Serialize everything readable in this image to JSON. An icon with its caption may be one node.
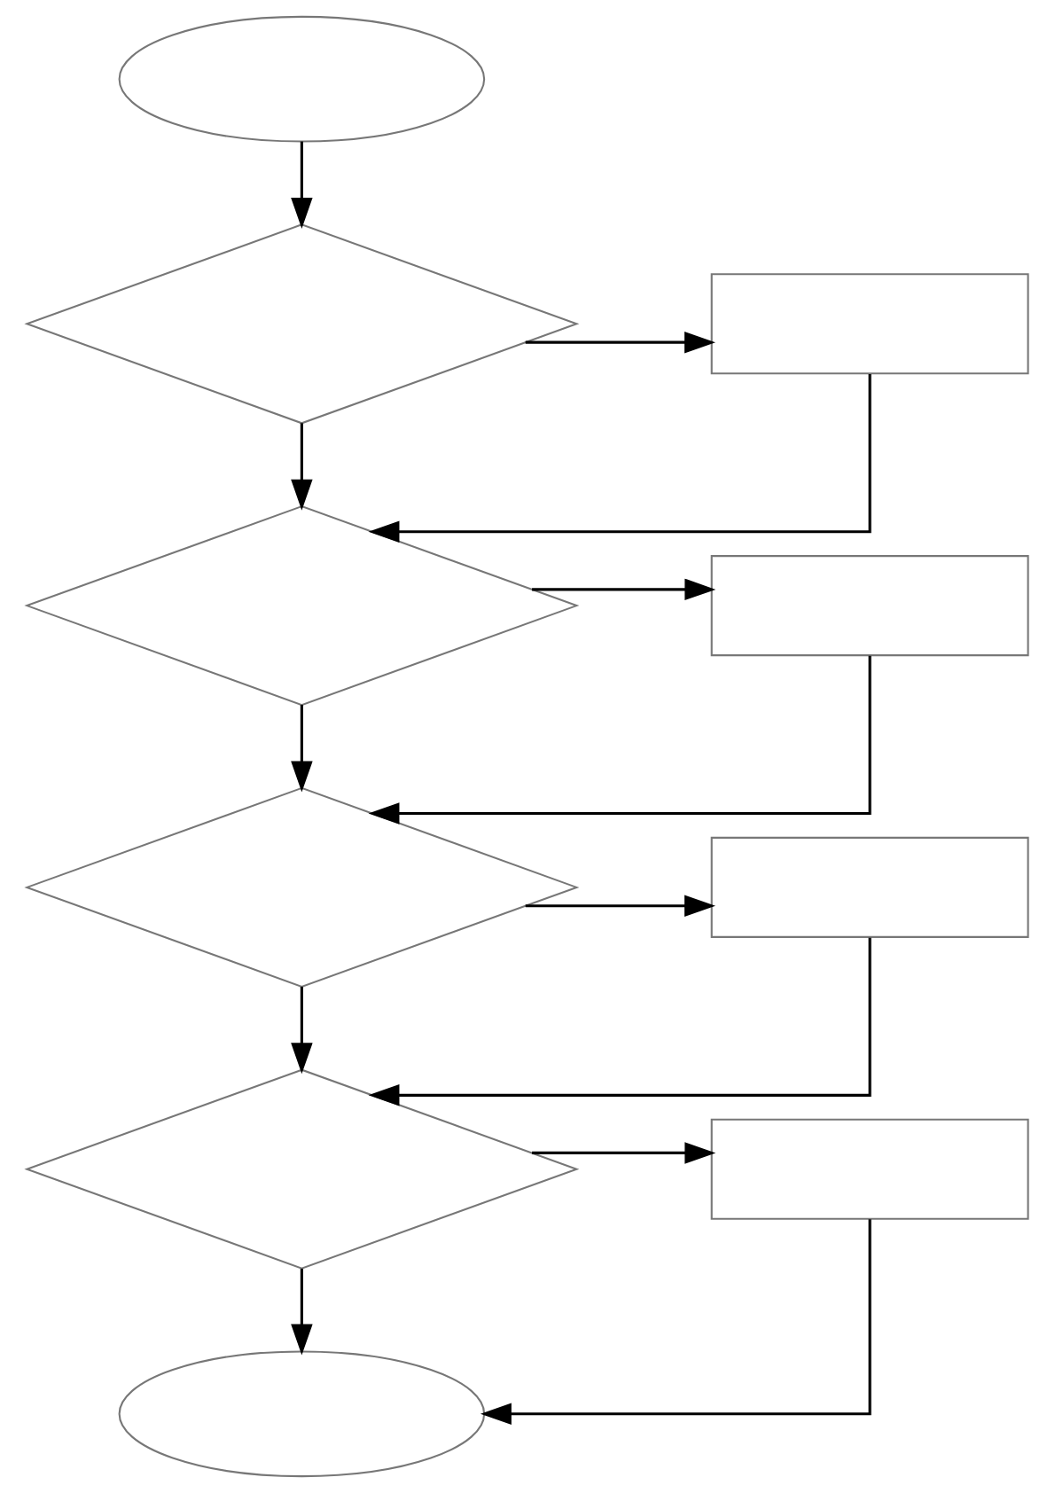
{
  "diagram": {
    "nodes": [
      {
        "text": [],
        "shape": "oval"
      },
      {
        "text": [],
        "shape": "diamond"
      },
      {
        "text": [],
        "shape": "box"
      },
      {
        "text": [],
        "shape": "diamond"
      },
      {
        "text": [],
        "shape": "box"
      },
      {
        "text": [],
        "shape": "diamond"
      },
      {
        "text": [],
        "shape": "box"
      },
      {
        "text": [],
        "shape": "diamond"
      },
      {
        "text": [],
        "shape": "box"
      },
      {
        "text": [],
        "shape": "oval"
      }
    ],
    "edges": [
      {
        "from": 0,
        "to": 1,
        "arrow": "to"
      },
      {
        "from": 1,
        "to": 2,
        "arrow": "to"
      },
      {
        "from": 1,
        "to": 3,
        "arrow": "to"
      },
      {
        "from": 2,
        "to": 3,
        "arrow": "to"
      },
      {
        "from": 3,
        "to": 4,
        "arrow": "to"
      },
      {
        "from": 3,
        "to": 5,
        "arrow": "to"
      },
      {
        "from": 4,
        "to": 5,
        "arrow": "to"
      },
      {
        "from": 5,
        "to": 6,
        "arrow": "to"
      },
      {
        "from": 5,
        "to": 7,
        "arrow": "to"
      },
      {
        "from": 6,
        "to": 7,
        "arrow": "to"
      },
      {
        "from": 7,
        "to": 8,
        "arrow": "to"
      },
      {
        "from": 7,
        "to": 9,
        "arrow": "to"
      },
      {
        "from": 8,
        "to": 9,
        "arrow": "to"
      }
    ]
  }
}
